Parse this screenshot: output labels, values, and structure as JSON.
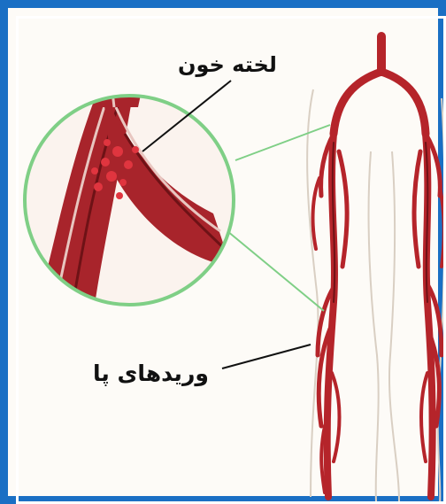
{
  "labels": {
    "clot": "لخته خون",
    "leg_veins": "وریدهای پا"
  },
  "colors": {
    "frame_border": "#1a6fc4",
    "magnifier_ring": "#7fcf86",
    "vein_red": "#b5242a",
    "vein_dark": "#6e1216",
    "leg_outline": "#d9cfc3",
    "clot_speckle": "#e0353f"
  },
  "icons": [
    "magnifier-circle",
    "leg-veins-illustration",
    "blood-clot"
  ]
}
